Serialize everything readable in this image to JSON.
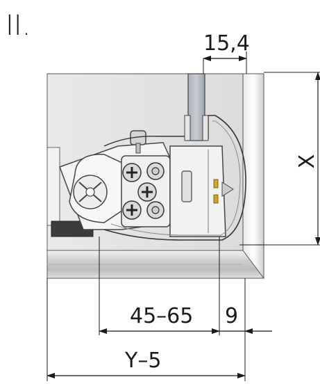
{
  "section_label": "II.",
  "dimensions": {
    "top_offset": "15,4",
    "height": "X",
    "range": "45–65",
    "gap": "9",
    "width": "Y–5"
  }
}
